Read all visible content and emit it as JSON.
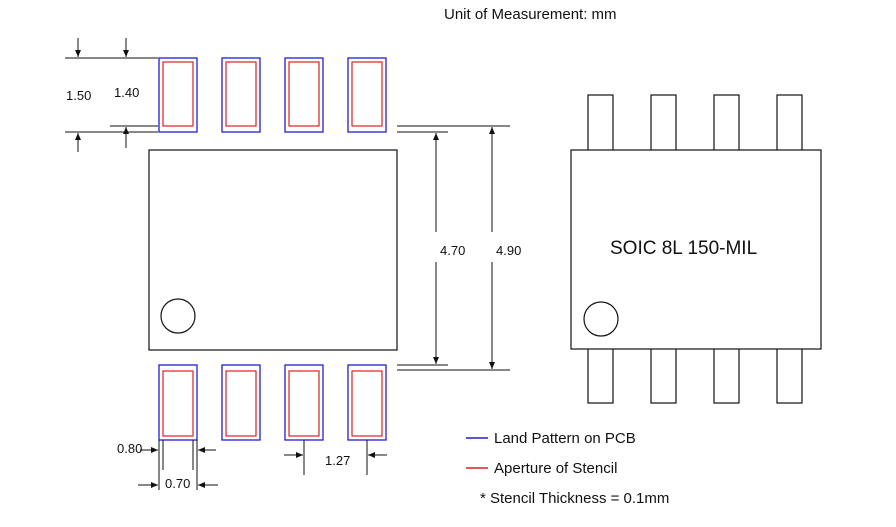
{
  "header": {
    "unit_text": "Unit of Measurement: mm"
  },
  "dimensions": {
    "pad_pitch_outer": "1.50",
    "pad_pitch_inner": "1.40",
    "span_inner": "4.70",
    "span_outer": "4.90",
    "pad_width_outer": "0.80",
    "pad_width_inner": "0.70",
    "pitch": "1.27"
  },
  "package": {
    "name": "SOIC 8L 150-MIL"
  },
  "legend": {
    "items": [
      {
        "label": "Land Pattern on PCB",
        "color": "#1f1fd0"
      },
      {
        "label": "Aperture of Stencil",
        "color": "#e02020"
      }
    ],
    "note": "* Stencil Thickness = 0.1mm"
  },
  "colors": {
    "line": "#111111",
    "land": "#1f1fd0",
    "stencil": "#e02020"
  }
}
